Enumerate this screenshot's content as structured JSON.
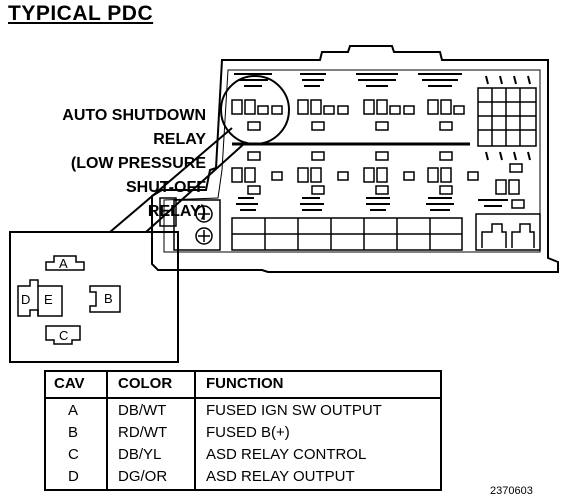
{
  "title": "TYPICAL PDC",
  "callout": {
    "lines": [
      "AUTO SHUTDOWN",
      "RELAY",
      "(LOW PRESSURE",
      "SHUT-OFF",
      "RELAY)"
    ]
  },
  "connector": {
    "cavities": [
      "A",
      "B",
      "C",
      "D",
      "E"
    ]
  },
  "table": {
    "headers": [
      "CAV",
      "COLOR",
      "FUNCTION"
    ],
    "rows": [
      {
        "cav": "A",
        "color": "DB/WT",
        "function": "FUSED IGN SW OUTPUT"
      },
      {
        "cav": "B",
        "color": "RD/WT",
        "function": "FUSED B(+)"
      },
      {
        "cav": "C",
        "color": "DB/YL",
        "function": "ASD RELAY CONTROL"
      },
      {
        "cav": "D",
        "color": "DG/OR",
        "function": "ASD RELAY OUTPUT"
      }
    ]
  },
  "figure_number": "2370603"
}
